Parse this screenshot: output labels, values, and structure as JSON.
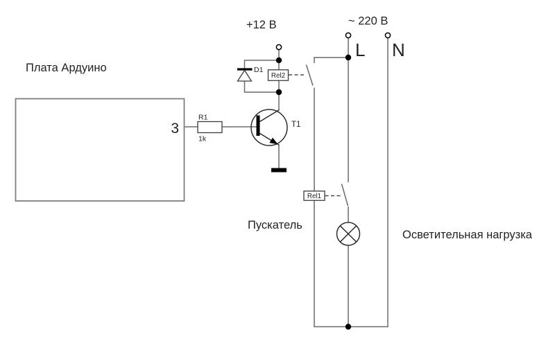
{
  "diagram": {
    "type": "circuit-schematic",
    "labels": {
      "arduino_board": "Плата Ардуино",
      "pin": "3",
      "resistor_name": "R1",
      "resistor_value": "1k",
      "diode_name": "D1",
      "transistor_name": "T1",
      "relay_coil_upper": "Rel2",
      "relay_coil_lower": "Rel1",
      "supply_dc": "+12 В",
      "supply_ac": "~ 220 В",
      "line_live": "L",
      "line_neutral": "N",
      "contactor": "Пускатель",
      "load": "Осветительная нагрузка"
    },
    "icons": {
      "lamp-icon": "circle-with-diagonal-cross",
      "ground-icon": "solid-horizontal-bar",
      "terminal-icon": "small-open-circle",
      "junction-icon": "filled-dot",
      "diode-icon": "triangle-with-cathode-bar",
      "transistor-icon": "npn-in-circle",
      "relay-contact-icon": "tilted-blade-switch"
    },
    "colors": {
      "background": "#ffffff",
      "wire": "#6a6a6a",
      "component_stroke": "#2b2b2b",
      "board_outline": "#7d7d7d",
      "solid_fill": "#000000",
      "text": "#222222"
    }
  }
}
